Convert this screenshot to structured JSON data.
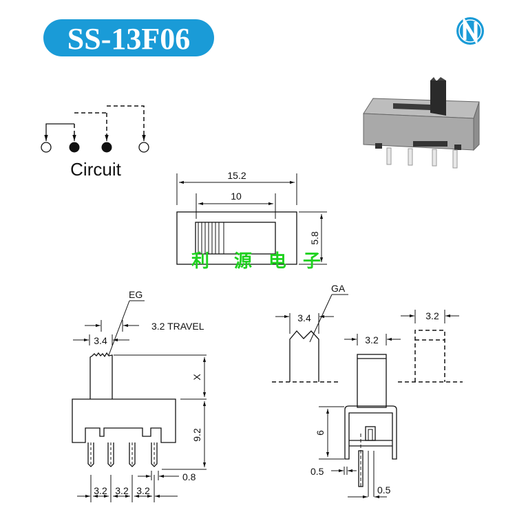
{
  "title": "SS-13F06",
  "brand_color": "#1a9bd7",
  "logo_text": "N",
  "circuit_label": "Circuit",
  "watermark": [
    "利",
    "源",
    "电",
    "子"
  ],
  "top_view": {
    "overall_width": "15.2",
    "slot_width": "10",
    "height": "5.8"
  },
  "side_view": {
    "eg_label": "EG",
    "travel": "3.2 TRAVEL",
    "actuator_width": "3.4",
    "actuator_height": "X",
    "body_height": "9.2",
    "pin_width": "0.8",
    "pin_pitch": [
      "3.2",
      "3.2",
      "3.2"
    ]
  },
  "end_view": {
    "ga_label": "GA",
    "ga_width": "3.4",
    "actuator_width": "3.2",
    "alt_actuator_width": "3.2",
    "body_height": "6",
    "pin_thickness": "0.5",
    "pin_gap": "0.5"
  }
}
